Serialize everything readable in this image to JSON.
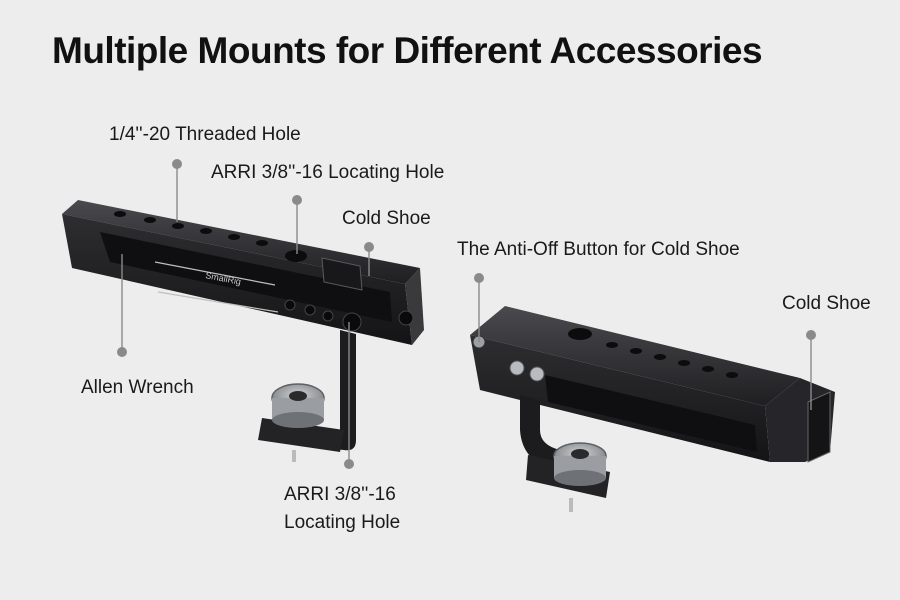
{
  "title": "Multiple Mounts for Different Accessories",
  "brand_engraving": "SmallRig",
  "colors": {
    "background": "#ededed",
    "title": "#111111",
    "callout": "#8a8a8a",
    "metal": "#2a2a2c"
  },
  "callouts": {
    "threaded_hole": "1/4''-20 Threaded Hole",
    "arri_top": "ARRI 3/8''-16 Locating Hole",
    "cold_shoe_left": "Cold Shoe",
    "allen_wrench": "Allen Wrench",
    "arri_bottom_line1": "ARRI 3/8''-16",
    "arri_bottom_line2": "Locating Hole",
    "anti_off_button": "The Anti-Off Button for Cold Shoe",
    "cold_shoe_right": "Cold Shoe"
  }
}
